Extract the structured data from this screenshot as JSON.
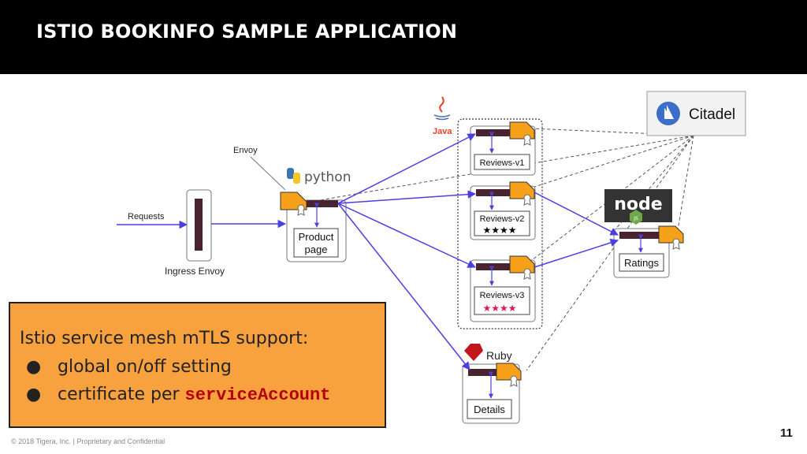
{
  "slide": {
    "title": "ISTIO BOOKINFO SAMPLE APPLICATION",
    "footer": "© 2018 Tigera, Inc. | Proprietary and Confidential",
    "page_number": "11"
  },
  "diagram": {
    "requests_label": "Requests",
    "ingress_label": "Ingress Envoy",
    "envoy_label": "Envoy",
    "python_label": "python",
    "java_label": "Java",
    "ruby_label": "Ruby",
    "node_label": "node",
    "node_badge": "JS",
    "citadel_label": "Citadel",
    "productpage_label_1": "Product",
    "productpage_label_2": "page",
    "reviews_v1_label": "Reviews-v1",
    "reviews_v2_label": "Reviews-v2",
    "reviews_v2_stars": "★★★★",
    "reviews_v3_label": "Reviews-v3",
    "reviews_v3_stars": "★★★★",
    "ratings_label": "Ratings",
    "details_label": "Details",
    "colors": {
      "sidecar": "#f7a11a",
      "proxy_bar": "#4a2330",
      "arrow": "#4b3fe0",
      "stars_v2": "#000000",
      "stars_v3": "#e0145a"
    }
  },
  "callout": {
    "title": "Istio service mesh mTLS support:",
    "bullet_marker": "●",
    "bullet_1": "global on/off setting",
    "bullet_2_prefix": "certificate per ",
    "bullet_2_code": "serviceAccount",
    "background": "#f8a13f"
  }
}
